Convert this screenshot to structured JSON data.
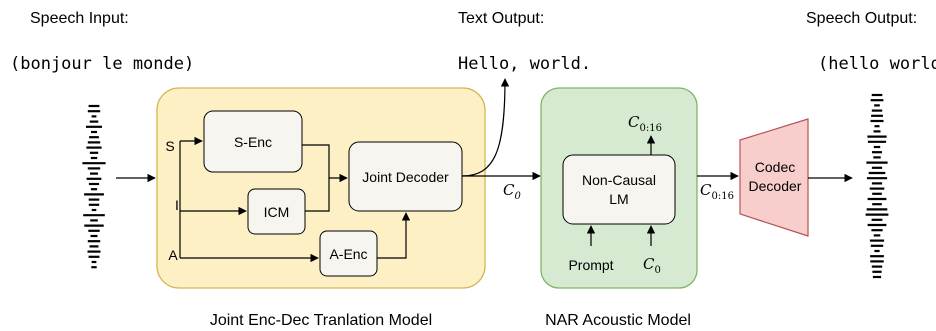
{
  "labels": {
    "speech_input_title": "Speech Input:",
    "speech_input_text": "(bonjour le monde)",
    "text_output_title": "Text Output:",
    "text_output_text": "Hello, world.",
    "speech_output_title": "Speech Output:",
    "speech_output_text": "(hello world)"
  },
  "translation_model": {
    "caption": "Joint Enc-Dec Tranlation Model",
    "input_letters": {
      "s": "S",
      "i": "I",
      "a": "A"
    },
    "s_enc": "S-Enc",
    "icm": "ICM",
    "a_enc": "A-Enc",
    "joint_decoder": "Joint Decoder"
  },
  "acoustic_model": {
    "caption": "NAR Acoustic Model",
    "lm_line1": "Non-Causal",
    "lm_line2": "LM",
    "prompt": "Prompt",
    "output_base": "C",
    "output_sub": "0:16",
    "c0_base": "C",
    "c0_sub": "0"
  },
  "links": {
    "c0_base": "C",
    "c0_sub": "0",
    "c016_base": "C",
    "c016_sub": "0:16"
  },
  "codec": {
    "line1": "Codec",
    "line2": "Decoder"
  },
  "colors": {
    "translation_fill": "#fdf0c4",
    "translation_stroke": "#d4b656",
    "acoustic_fill": "#d5ead0",
    "acoustic_stroke": "#82b366",
    "codec_fill": "#f8cecc",
    "codec_stroke": "#b85450",
    "inner_box_fill": "#f6f5f0",
    "line": "#000000"
  }
}
